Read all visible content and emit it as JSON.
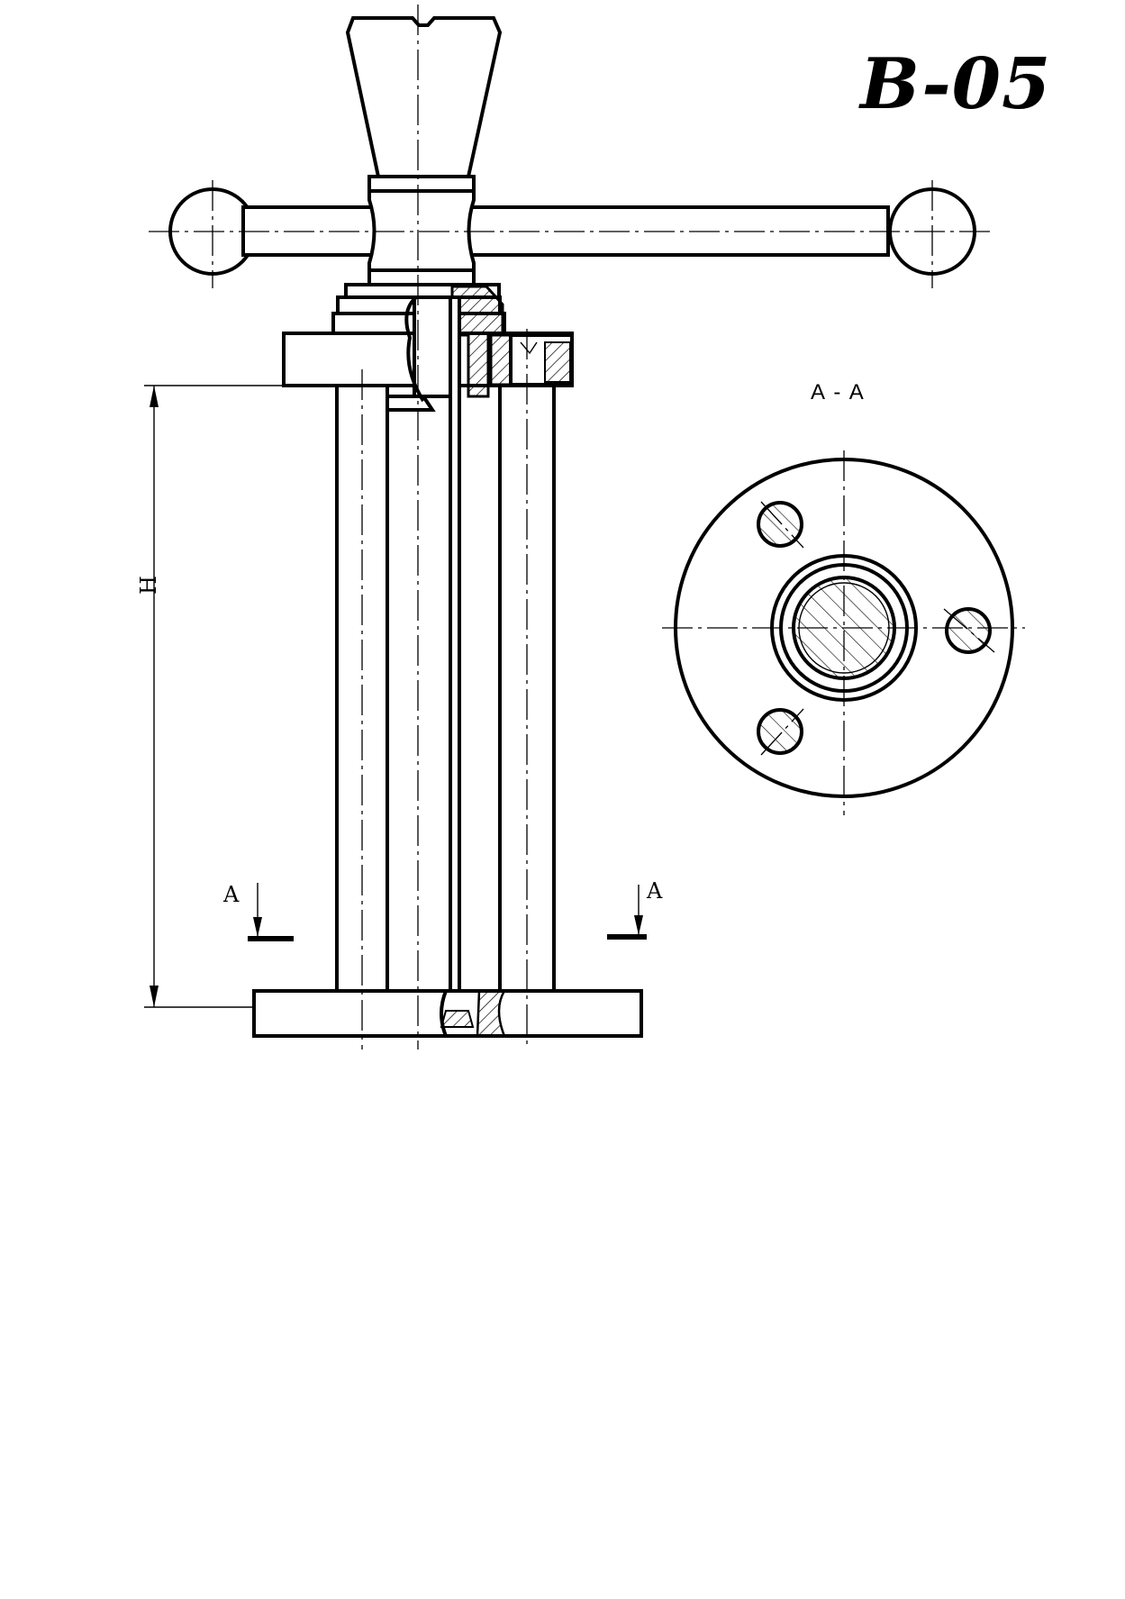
{
  "drawing": {
    "title": "B-05",
    "dimension_label": "H",
    "section_label": "A - A",
    "cut_marker_left": "A",
    "cut_marker_right": "A"
  }
}
